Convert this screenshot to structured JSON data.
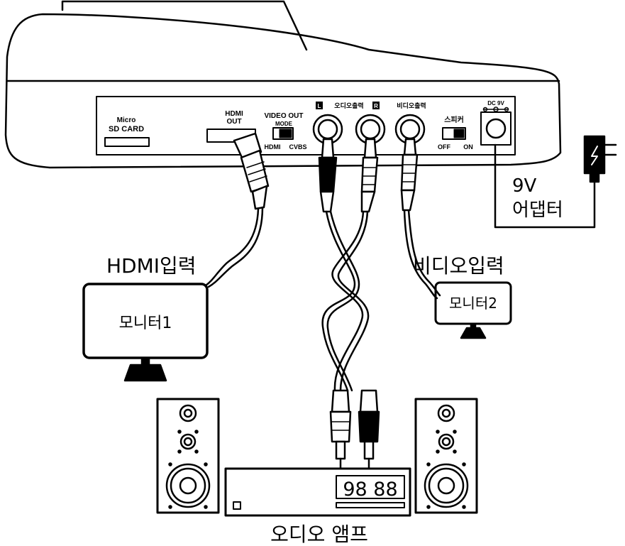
{
  "panel": {
    "microsd_line1": "Micro",
    "microsd_line2": "SD CARD",
    "hdmi_out_line1": "HDMI",
    "hdmi_out_line2": "OUT",
    "video_out_line1": "VIDEO OUT",
    "video_out_line2": "MODE",
    "video_mode_hdmi": "HDMI",
    "video_mode_cvbs": "CVBS",
    "audio_left_marker": "L",
    "audio_out": "오디오출력",
    "audio_right_marker": "R",
    "video_out_kr": "비디오출력",
    "speaker": "스피커",
    "speaker_off": "OFF",
    "speaker_on": "ON",
    "dc_label": "DC 9V"
  },
  "labels": {
    "adapter_line1": "9V",
    "adapter_line2": "어댑터",
    "hdmi_input": "HDMI입력",
    "monitor1": "모니터1",
    "video_input": "비디오입력",
    "monitor2": "모니터2",
    "amp_display": "98 88",
    "audio_amp": "오디오 앰프"
  },
  "colors": {
    "line": "#000000",
    "background": "#ffffff"
  }
}
